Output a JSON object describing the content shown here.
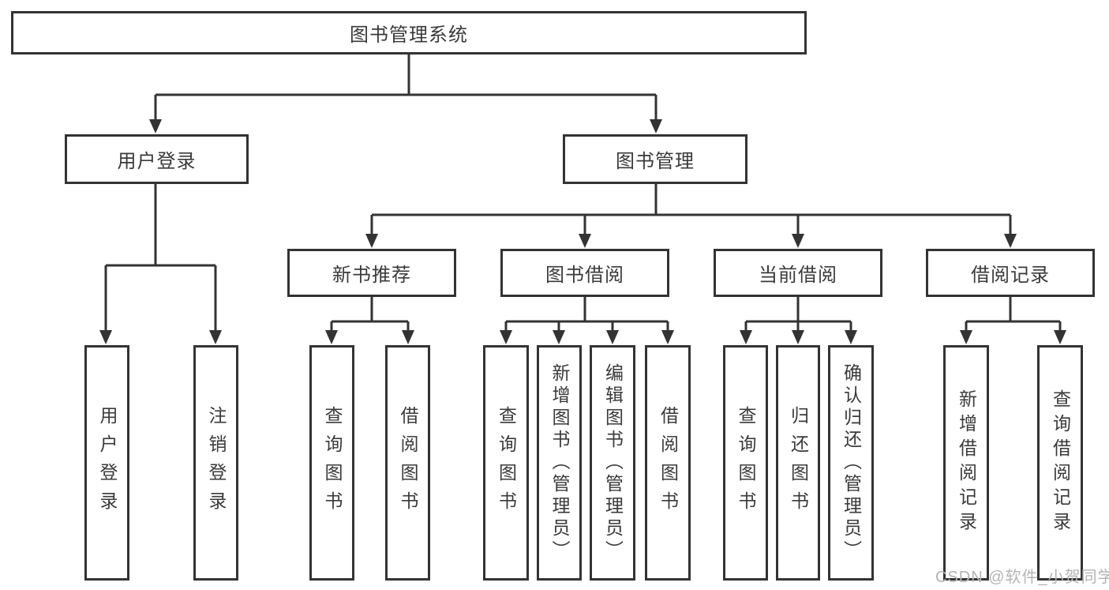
{
  "tree": {
    "root": {
      "label": "图书管理系统"
    },
    "branches": [
      {
        "label": "用户登录",
        "children": [
          {
            "label": "用户登录"
          },
          {
            "label": "注销登录"
          }
        ]
      },
      {
        "label": "图书管理",
        "children": [
          {
            "label": "新书推荐",
            "children": [
              {
                "label": "查询图书"
              },
              {
                "label": "借阅图书"
              }
            ]
          },
          {
            "label": "图书借阅",
            "children": [
              {
                "label": "查询图书"
              },
              {
                "label": "新增图书（管理员）"
              },
              {
                "label": "编辑图书（管理员）"
              },
              {
                "label": "借阅图书"
              }
            ]
          },
          {
            "label": "当前借阅",
            "children": [
              {
                "label": "查询图书"
              },
              {
                "label": "归还图书"
              },
              {
                "label": "确认归还（管理员）"
              }
            ]
          },
          {
            "label": "借阅记录",
            "children": [
              {
                "label": "新增借阅记录"
              },
              {
                "label": "查询借阅记录"
              }
            ]
          }
        ]
      }
    ]
  },
  "watermark": {
    "text": "CSDN @软件_小贺同学"
  },
  "colors": {
    "line": "#333333",
    "text": "#3a3a3a",
    "watermark": "#b4b4b4",
    "background": "#ffffff"
  }
}
